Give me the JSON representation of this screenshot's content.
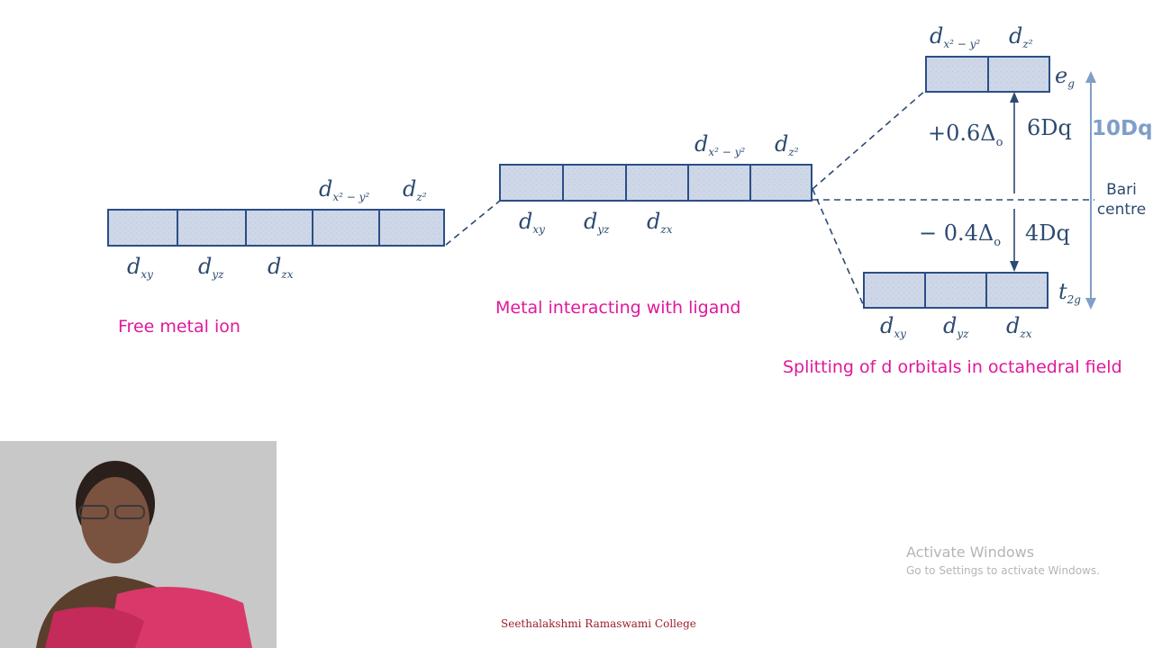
{
  "stages": {
    "free": {
      "caption": "Free metal ion"
    },
    "interacting": {
      "caption": "Metal interacting with ligand"
    },
    "split": {
      "caption": "Splitting of d orbitals in octahedral field"
    }
  },
  "orbital_labels": {
    "d": "d",
    "xy": "xy",
    "yz": "yz",
    "zx": "zx",
    "x2y2_sub": "x² − y²",
    "z2_sub": "z²"
  },
  "levels": {
    "eg": {
      "symbol": "e",
      "sub": "g"
    },
    "t2g": {
      "symbol": "t",
      "sub": "2g"
    }
  },
  "energies": {
    "upper_delta": "+0.6Δ",
    "upper_dq": "6Dq",
    "lower_delta": "− 0.4Δ",
    "lower_dq": "4Dq",
    "total": "10Dq",
    "delta_sub": "o"
  },
  "bari_centre": {
    "line1": "Bari",
    "line2": "centre"
  },
  "watermark": {
    "title": "Activate Windows",
    "subtitle": "Go to Settings to activate Windows."
  },
  "footer": {
    "institution": "Seethalakshmi Ramaswami College"
  },
  "colors": {
    "box_fill": "#ccd6e6",
    "box_stroke": "#2b4e86",
    "caption": "#e0189c",
    "text": "#2d4a70"
  }
}
